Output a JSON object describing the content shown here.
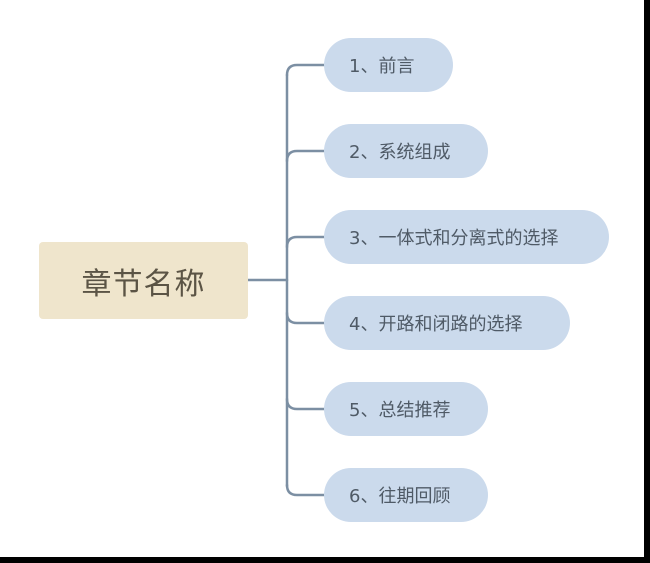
{
  "mindmap": {
    "root": {
      "label": "章节名称"
    },
    "children": [
      {
        "label": "1、前言"
      },
      {
        "label": "2、系统组成"
      },
      {
        "label": "3、一体式和分离式的选择"
      },
      {
        "label": "4、开路和闭路的选择"
      },
      {
        "label": "5、总结推荐"
      },
      {
        "label": "6、往期回顾"
      }
    ]
  },
  "colors": {
    "root_fill": "#efe5cc",
    "root_text": "#5b5445",
    "child_fill": "#cbdaec",
    "child_text": "#4f5a66",
    "connector": "#7c8fa3",
    "frame": "#000000"
  }
}
